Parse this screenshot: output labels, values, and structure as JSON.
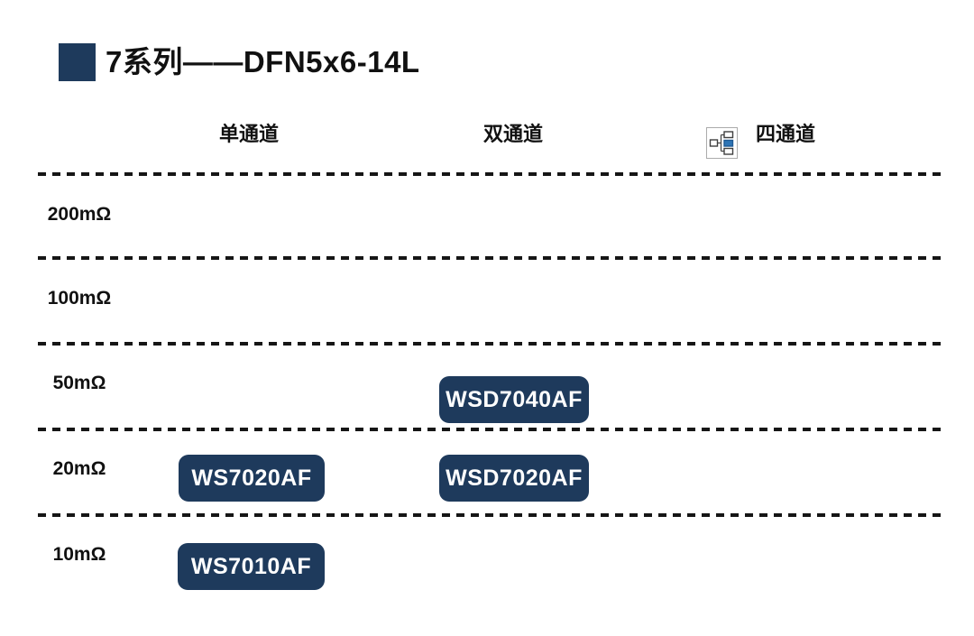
{
  "title": {
    "text": "7系列——DFN5x6-14L"
  },
  "colors": {
    "badge_navy": "#1e3a5c",
    "title_square_navy": "#1e3a5c",
    "dash_line": "#161616",
    "text": "#111111",
    "icon_highlight_blue": "#2e75b6"
  },
  "columns": [
    {
      "label": "单通道"
    },
    {
      "label": "双通道"
    },
    {
      "label": "四通道"
    }
  ],
  "rows": [
    {
      "label": "200mΩ"
    },
    {
      "label": "100mΩ"
    },
    {
      "label": "50mΩ"
    },
    {
      "label": "20mΩ"
    },
    {
      "label": "10mΩ"
    }
  ],
  "products": [
    {
      "name": "WSD7040AF",
      "row": "50mΩ",
      "column": "双通道"
    },
    {
      "name": "WS7020AF",
      "row": "20mΩ",
      "column": "单通道"
    },
    {
      "name": "WSD7020AF",
      "row": "20mΩ",
      "column": "双通道"
    },
    {
      "name": "WS7010AF",
      "row": "10mΩ",
      "column": "单通道"
    }
  ],
  "icons": [
    {
      "name": "hierarchy-chart-icon",
      "description": "small org-chart glyph beside 四通道 header, middle node highlighted blue"
    }
  ],
  "chart_data": {
    "type": "table",
    "title": "7系列——DFN5x6-14L",
    "columns": [
      "单通道",
      "双通道",
      "四通道"
    ],
    "rows": [
      "200mΩ",
      "100mΩ",
      "50mΩ",
      "20mΩ",
      "10mΩ"
    ],
    "cells": [
      {
        "row": "50mΩ",
        "column": "双通道",
        "value": "WSD7040AF"
      },
      {
        "row": "20mΩ",
        "column": "单通道",
        "value": "WS7020AF"
      },
      {
        "row": "20mΩ",
        "column": "双通道",
        "value": "WSD7020AF"
      },
      {
        "row": "10mΩ",
        "column": "单通道",
        "value": "WS7010AF"
      }
    ],
    "layout": "matrix of on-resistance (rows) vs channel count (columns); horizontal dashed gridlines between rows; no products in 四通道 column or rows 200mΩ/100mΩ"
  }
}
